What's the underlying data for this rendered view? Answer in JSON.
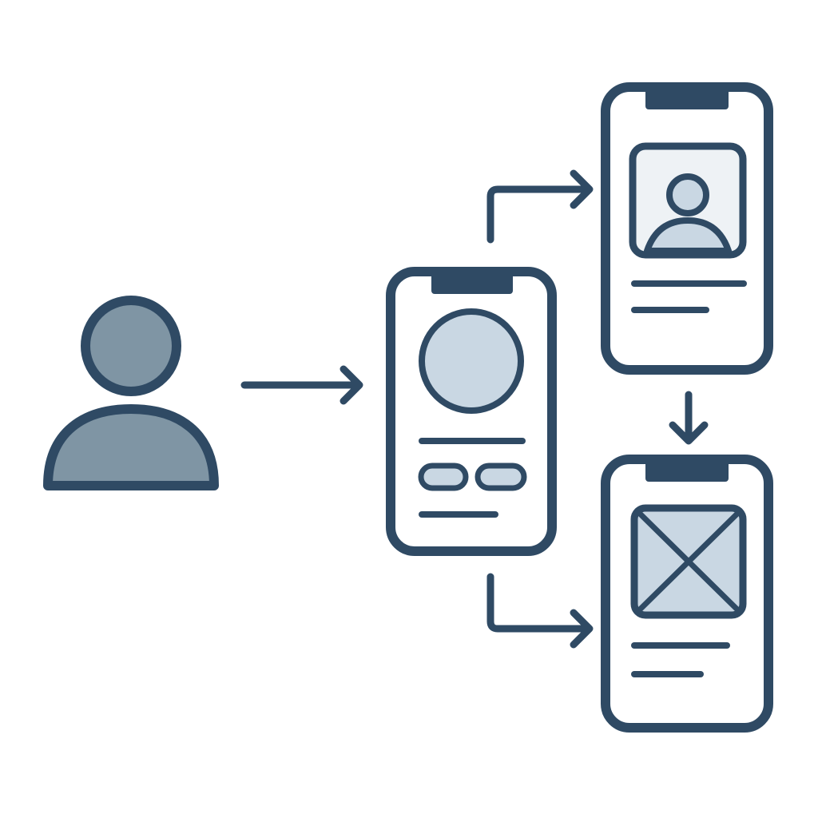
{
  "colors": {
    "stroke": "#2f4a64",
    "user_fill": "#7f95a4",
    "placeholder_fill": "#c9d7e3",
    "image_frame_fill": "#eef2f5",
    "background": "#ffffff",
    "screen_fill": "#ffffff"
  },
  "nodes": [
    {
      "id": "user",
      "kind": "user",
      "icon": "user-icon"
    },
    {
      "id": "phone-main",
      "kind": "phone",
      "content": [
        "avatar-circle",
        "text-line",
        "pill-button",
        "pill-button",
        "text-line"
      ]
    },
    {
      "id": "phone-profile",
      "kind": "phone",
      "content": [
        "profile-picture",
        "text-line",
        "text-line"
      ]
    },
    {
      "id": "phone-media",
      "kind": "phone",
      "content": [
        "image-placeholder",
        "text-line",
        "text-line"
      ]
    }
  ],
  "edges": [
    {
      "from": "user",
      "to": "phone-main",
      "style": "straight"
    },
    {
      "from": "phone-main",
      "to": "phone-profile",
      "style": "elbow-up"
    },
    {
      "from": "phone-main",
      "to": "phone-media",
      "style": "elbow-down"
    },
    {
      "from": "phone-profile",
      "to": "phone-media",
      "style": "straight-down"
    }
  ]
}
